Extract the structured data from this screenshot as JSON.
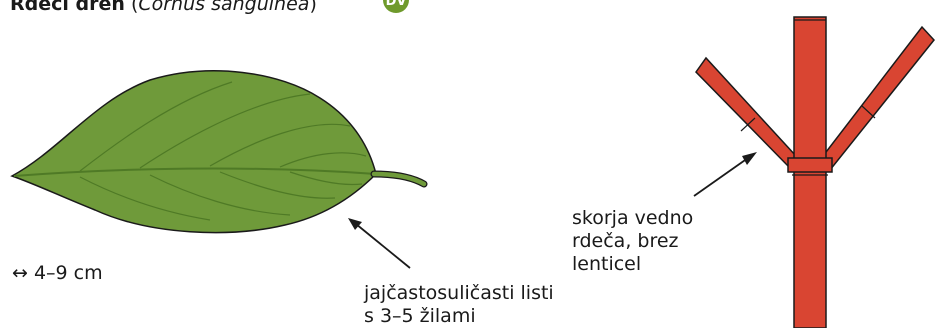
{
  "title": {
    "common_name": "Rdeči dren",
    "open_paren": "(",
    "latin_name": "Cornus sanguinea",
    "close_paren": ")",
    "badge": "DV"
  },
  "labels": {
    "leaf_size": "↔ 4–9 cm",
    "leaf_description": "jajčastosuličasti listi s 3–5 žilami",
    "bark_description": "skorja vedno rdeča, brez lenticel"
  },
  "colors": {
    "leaf": "#6f9a3a",
    "leaf_vein": "#4f7a26",
    "stem": "#d94532",
    "outline": "#1a1a1a",
    "badge": "#6f9a2c"
  }
}
